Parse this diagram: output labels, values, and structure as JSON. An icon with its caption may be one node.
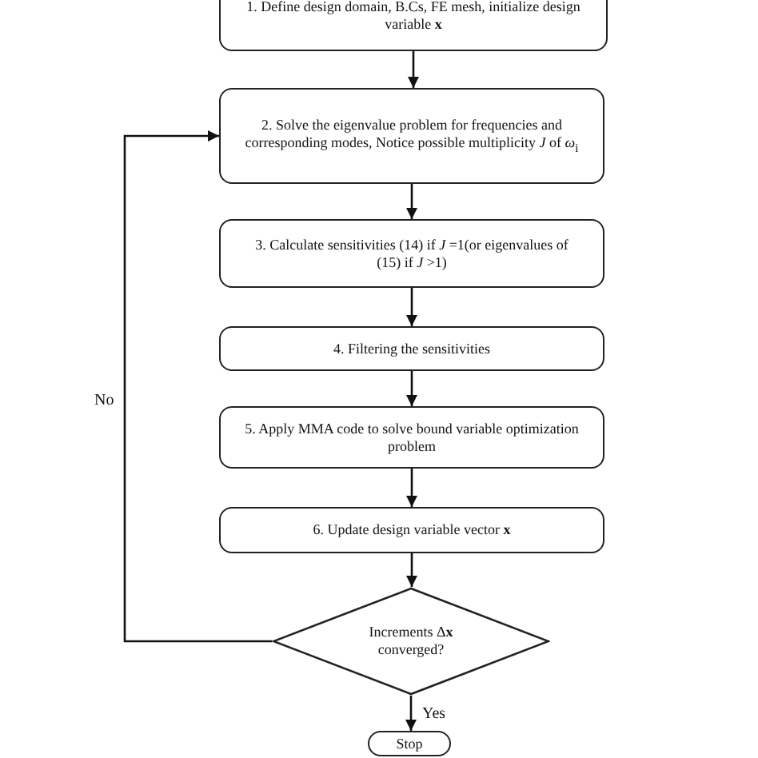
{
  "diagram": {
    "nodes": [
      {
        "text": [
          "1. Define design domain, B.Cs, FE mesh, initialize design variable **x**"
        ]
      },
      {
        "text": [
          "2. Solve the eigenvalue problem for frequencies and corresponding modes, Notice possible multiplicity *J* of *ω*$_{i}$"
        ]
      },
      {
        "text": [
          "3. Calculate sensitivities (14) if *J* =1(or eigenvalues of  (15) if *J* >1)"
        ]
      },
      {
        "text": [
          "4. Filtering the sensitivities"
        ]
      },
      {
        "text": [
          "5. Apply MMA code to solve bound variable optimization problem"
        ]
      },
      {
        "text": [
          "6. Update design variable vector **x**"
        ]
      },
      {
        "text": [
          "Increments Δ**x** converged?"
        ]
      },
      {
        "text": [
          "Stop"
        ]
      }
    ],
    "edges": [
      {
        "from": 0,
        "to": 1,
        "arrow": "to"
      },
      {
        "from": 1,
        "to": 2,
        "arrow": "to"
      },
      {
        "from": 2,
        "to": 3,
        "arrow": "to"
      },
      {
        "from": 3,
        "to": 4,
        "arrow": "to"
      },
      {
        "from": 4,
        "to": 5,
        "arrow": "to"
      },
      {
        "from": 5,
        "to": 6,
        "arrow": "to"
      },
      {
        "from": 6,
        "to": 1,
        "arrow": "to",
        "label": "No"
      },
      {
        "from": 6,
        "to": 7,
        "arrow": "to",
        "label": "Yes"
      }
    ]
  }
}
